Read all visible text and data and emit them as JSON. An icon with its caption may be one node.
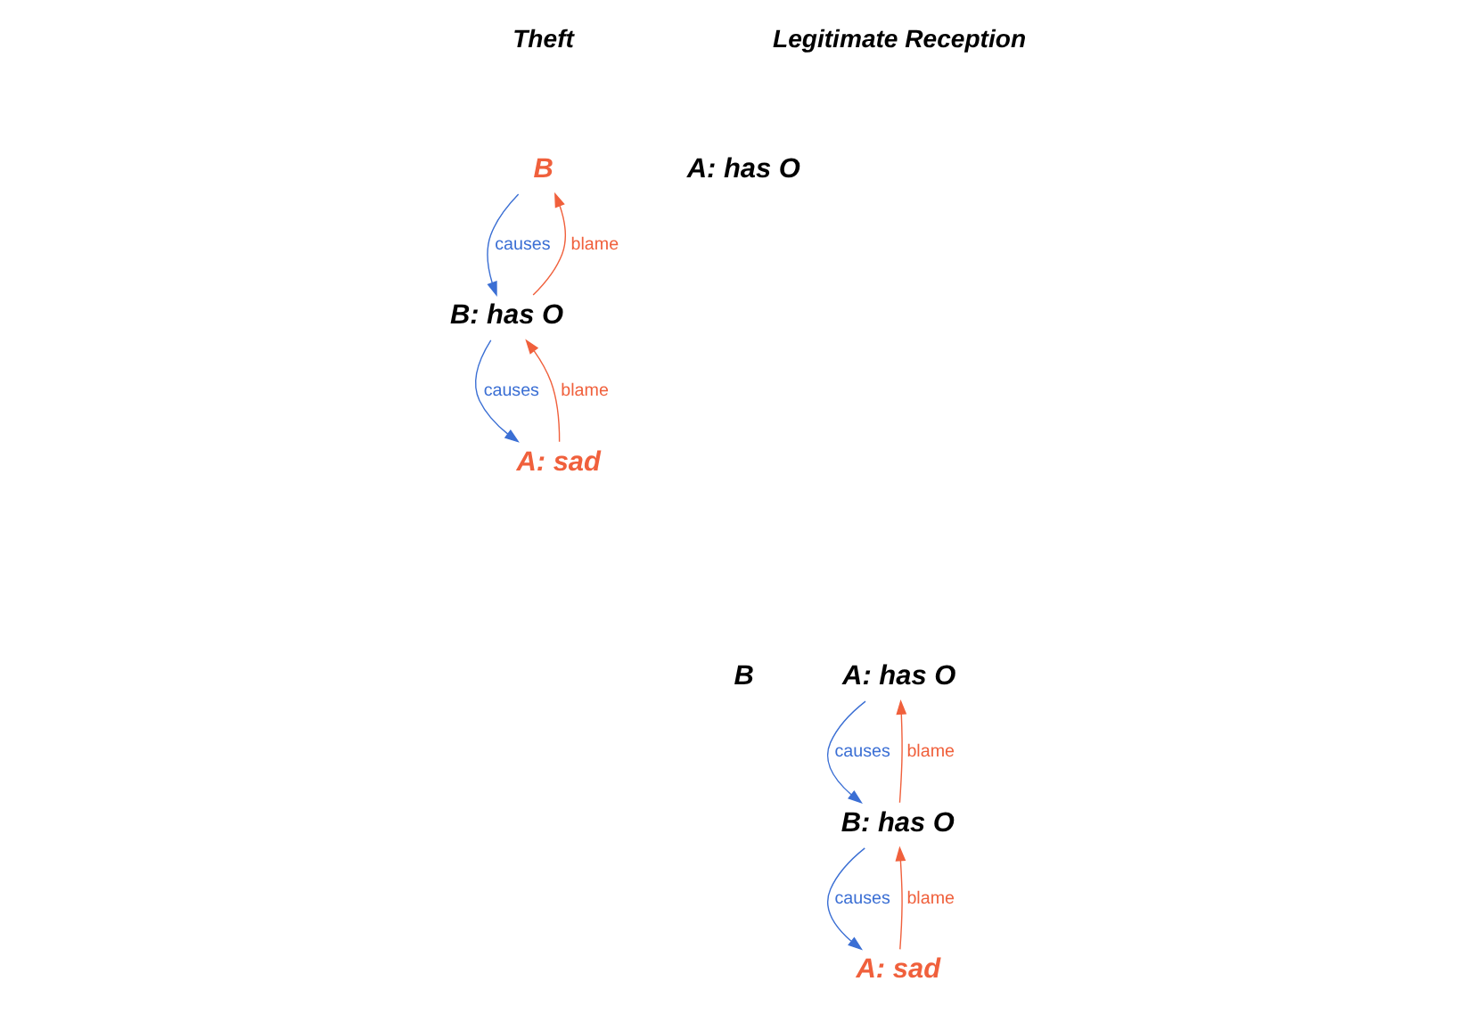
{
  "diagram": {
    "nodes": [
      {
        "text": [
          "B"
        ]
      },
      {
        "text": [
          "A: has O"
        ]
      },
      {
        "text": [
          "B: has O"
        ]
      },
      {
        "text": [
          "A: sad"
        ]
      },
      {
        "text": [
          "B"
        ]
      },
      {
        "text": [
          "A: has O"
        ]
      },
      {
        "text": [
          "B: has O"
        ]
      },
      {
        "text": [
          "A: sad"
        ]
      }
    ],
    "edges": [
      {
        "from": 0,
        "to": 2,
        "arrow": "to",
        "label": "causes",
        "color": "#3b6fd4"
      },
      {
        "from": 2,
        "to": 0,
        "arrow": "to",
        "label": "blame",
        "color": "#f0603c"
      },
      {
        "from": 2,
        "to": 3,
        "arrow": "to",
        "label": "causes",
        "color": "#3b6fd4"
      },
      {
        "from": 3,
        "to": 2,
        "arrow": "to",
        "label": "blame",
        "color": "#f0603c"
      },
      {
        "from": 5,
        "to": 6,
        "arrow": "to",
        "label": "causes",
        "color": "#3b6fd4"
      },
      {
        "from": 6,
        "to": 5,
        "arrow": "to",
        "label": "blame",
        "color": "#f0603c"
      },
      {
        "from": 6,
        "to": 7,
        "arrow": "to",
        "label": "causes",
        "color": "#3b6fd4"
      },
      {
        "from": 7,
        "to": 6,
        "arrow": "to",
        "label": "blame",
        "color": "#f0603c"
      }
    ],
    "labels": [
      "Theft",
      "Legitimate Reception"
    ]
  }
}
